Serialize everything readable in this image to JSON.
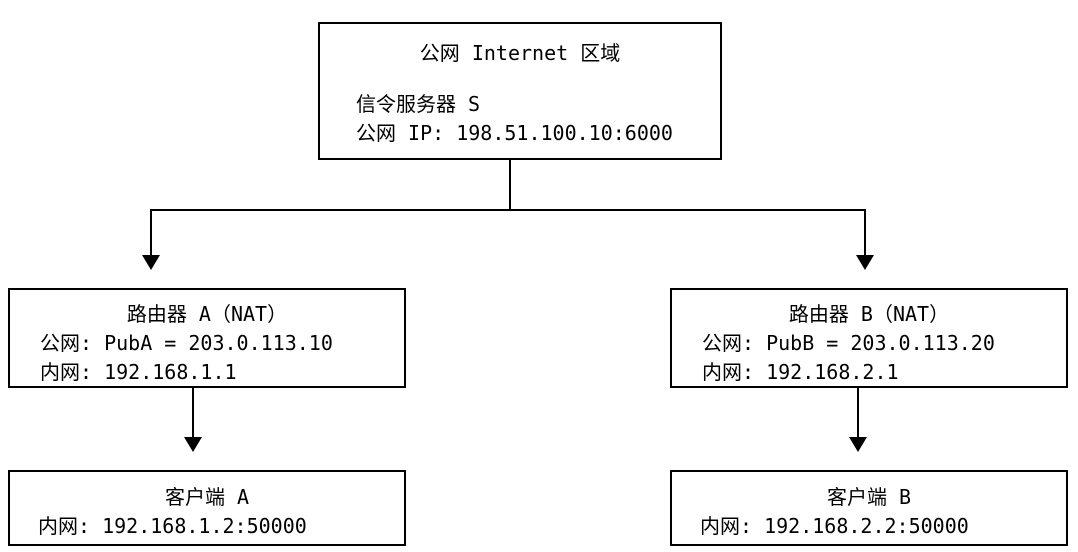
{
  "diagram": {
    "type": "network-topology",
    "title_hidden": "",
    "nodes": {
      "server": {
        "title": "公网 Internet 区域",
        "lines": [
          "信令服务器 S",
          "公网 IP: 198.51.100.10:6000"
        ]
      },
      "router_a": {
        "title": "路由器 A（NAT）",
        "lines": [
          "公网: PubA = 203.0.113.10",
          "内网: 192.168.1.1"
        ]
      },
      "router_b": {
        "title": "路由器 B（NAT）",
        "lines": [
          "公网: PubB = 203.0.113.20",
          "内网: 192.168.2.1"
        ]
      },
      "client_a": {
        "title": "客户端 A",
        "lines": [
          "内网: 192.168.1.2:50000"
        ]
      },
      "client_b": {
        "title": "客户端 B",
        "lines": [
          "内网: 192.168.2.2:50000"
        ]
      }
    },
    "edges": [
      {
        "from": "server",
        "to": "router_a",
        "arrow": "down"
      },
      {
        "from": "server",
        "to": "router_b",
        "arrow": "down"
      },
      {
        "from": "router_a",
        "to": "client_a",
        "arrow": "down"
      },
      {
        "from": "router_b",
        "to": "client_b",
        "arrow": "down"
      }
    ],
    "colors": {
      "stroke": "#000000",
      "fill": "#ffffff",
      "text": "#000000"
    }
  }
}
